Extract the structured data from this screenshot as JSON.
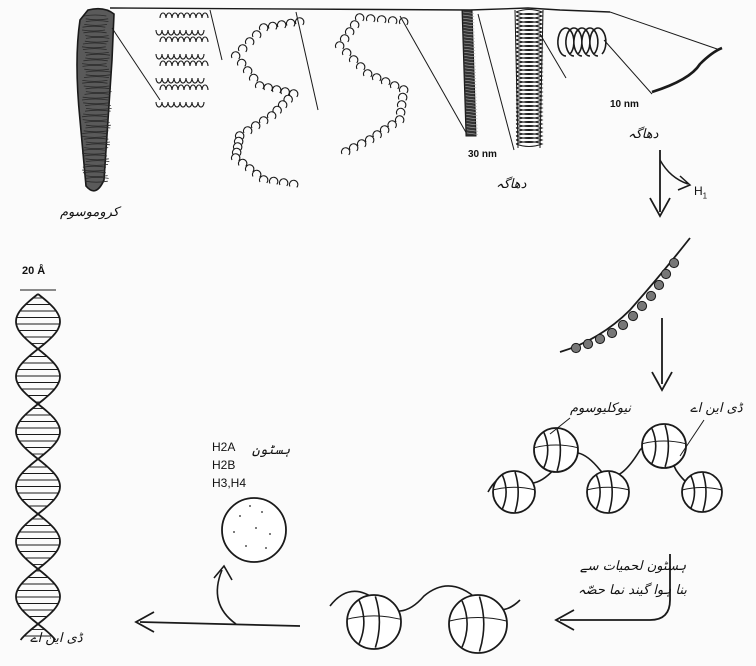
{
  "labels": {
    "chromosome": "کروموسوم",
    "fiber_30nm": "30 nm",
    "fiber_30nm_urdu": "دھاگہ",
    "fiber_10nm": "10 nm",
    "fiber_10nm_urdu": "دھاگہ",
    "h1": "H",
    "h1_sub": "1",
    "nucleosome": "نیوکلیوسوم",
    "dna_right": "ڈی این اے",
    "histone_removal_line1": "ہسٹون لحمیات سے",
    "histone_removal_line2": "بنا ہوا گیند نما حصّہ",
    "histone": "ہسٹون",
    "h2a": "H2A",
    "h2b": "H2B",
    "h3h4": "H3,H4",
    "angstrom_20": "20 Å",
    "dna_bottom": "ڈی این اے"
  },
  "colors": {
    "ink": "#1a1a1a",
    "chromosome_fill": "#5a5a5a",
    "bead_fill": "#777777",
    "background": "#fbfbfb"
  }
}
